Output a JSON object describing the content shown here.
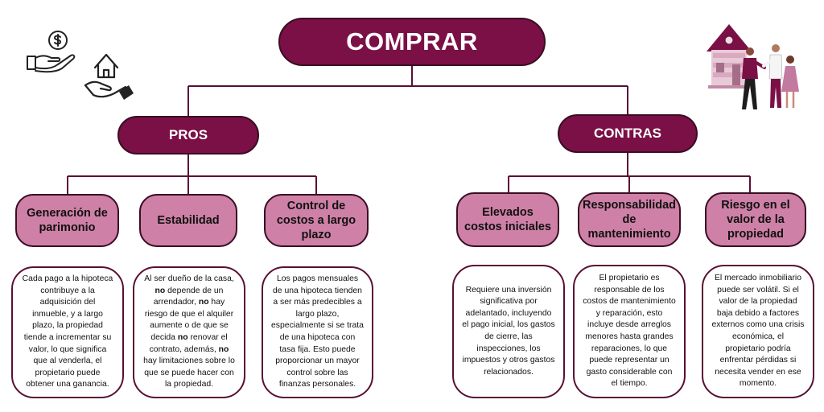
{
  "title": "COMPRAR",
  "colors": {
    "dark": "#7a1046",
    "pink": "#cf80a7",
    "line": "#5a0f34"
  },
  "icons": [
    "hand-money-icon",
    "hand-house-icon",
    "house-keys-couple-icon"
  ],
  "pros": {
    "label": "PROS",
    "items": [
      {
        "title": "Generación de parimonio",
        "text": "Cada pago a la hipoteca contribuye a la adquisición del inmueble, y a largo plazo, la propiedad tiende a incrementar su valor, lo que significa que al venderla, el propietario puede obtener una ganancia."
      },
      {
        "title": "Estabilidad",
        "text_parts": [
          "Al ser dueño de la casa, ",
          "no",
          " depende de un arrendador, ",
          "no",
          " hay riesgo de que el alquiler aumente o de que se decida ",
          "no",
          " renovar el contrato, además, ",
          "no",
          " hay limitaciones sobre lo que se puede hacer con la propiedad."
        ]
      },
      {
        "title": "Control de costos a largo plazo",
        "text": "Los pagos mensuales de una hipoteca tienden a ser más predecibles a largo plazo, especialmente si se trata de una hipoteca con tasa fija. Esto puede proporcionar un mayor control sobre las finanzas personales."
      }
    ]
  },
  "contras": {
    "label": "CONTRAS",
    "items": [
      {
        "title": "Elevados costos iniciales",
        "text": "Requiere una inversión significativa por adelantado, incluyendo el pago inicial, los gastos de cierre, las inspecciones, los impuestos y otros gastos relacionados."
      },
      {
        "title": "Responsabilidad de mantenimiento",
        "text": "El propietario es responsable de los costos de mantenimiento y reparación, esto incluye desde arreglos menores hasta grandes reparaciones, lo que puede representar un gasto considerable con el tiempo."
      },
      {
        "title": "Riesgo en el valor de la propiedad",
        "text": "El mercado inmobiliario puede ser volátil. Si el valor de la propiedad baja debido a factores externos como una crisis económica, el propietario podría enfrentar pérdidas si necesita vender en ese momento."
      }
    ]
  }
}
